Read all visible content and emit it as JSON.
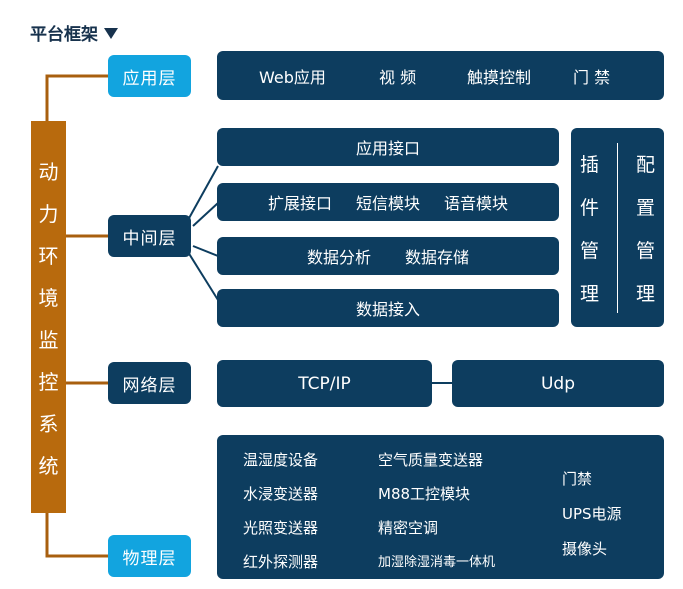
{
  "title": "平台框架",
  "system_title_chars": [
    "动",
    "力",
    "环",
    "境",
    "监",
    "控",
    "系",
    "统"
  ],
  "layers": {
    "application": "应用层",
    "middle": "中间层",
    "network": "网络层",
    "physical": "物理层"
  },
  "application_items": [
    "Web应用",
    "视 频",
    "触摸控制",
    "门 禁"
  ],
  "middle": {
    "app_interface": "应用接口",
    "row2": [
      "扩展接口",
      "短信模块",
      "语音模块"
    ],
    "row3": [
      "数据分析",
      "数据存储"
    ],
    "data_access": "数据接入",
    "plugin_mgmt": [
      "插",
      "件",
      "管",
      "理"
    ],
    "config_mgmt": [
      "配",
      "置",
      "管",
      "理"
    ]
  },
  "network": {
    "tcp": "TCP/IP",
    "udp": "Udp"
  },
  "physical": {
    "col1": [
      "温湿度设备",
      "水浸变送器",
      "光照变送器",
      "红外探测器"
    ],
    "col2": [
      "空气质量变送器",
      "M88工控模块",
      "精密空调",
      "加湿除湿消毒一体机"
    ],
    "col3": [
      "门禁",
      "UPS电源",
      "摄像头"
    ]
  },
  "colors": {
    "navy": "#0d3d5f",
    "cyan": "#12a4df",
    "brown": "#b86a0d",
    "connector": "#a85f0f",
    "line": "#0d3d5f"
  }
}
